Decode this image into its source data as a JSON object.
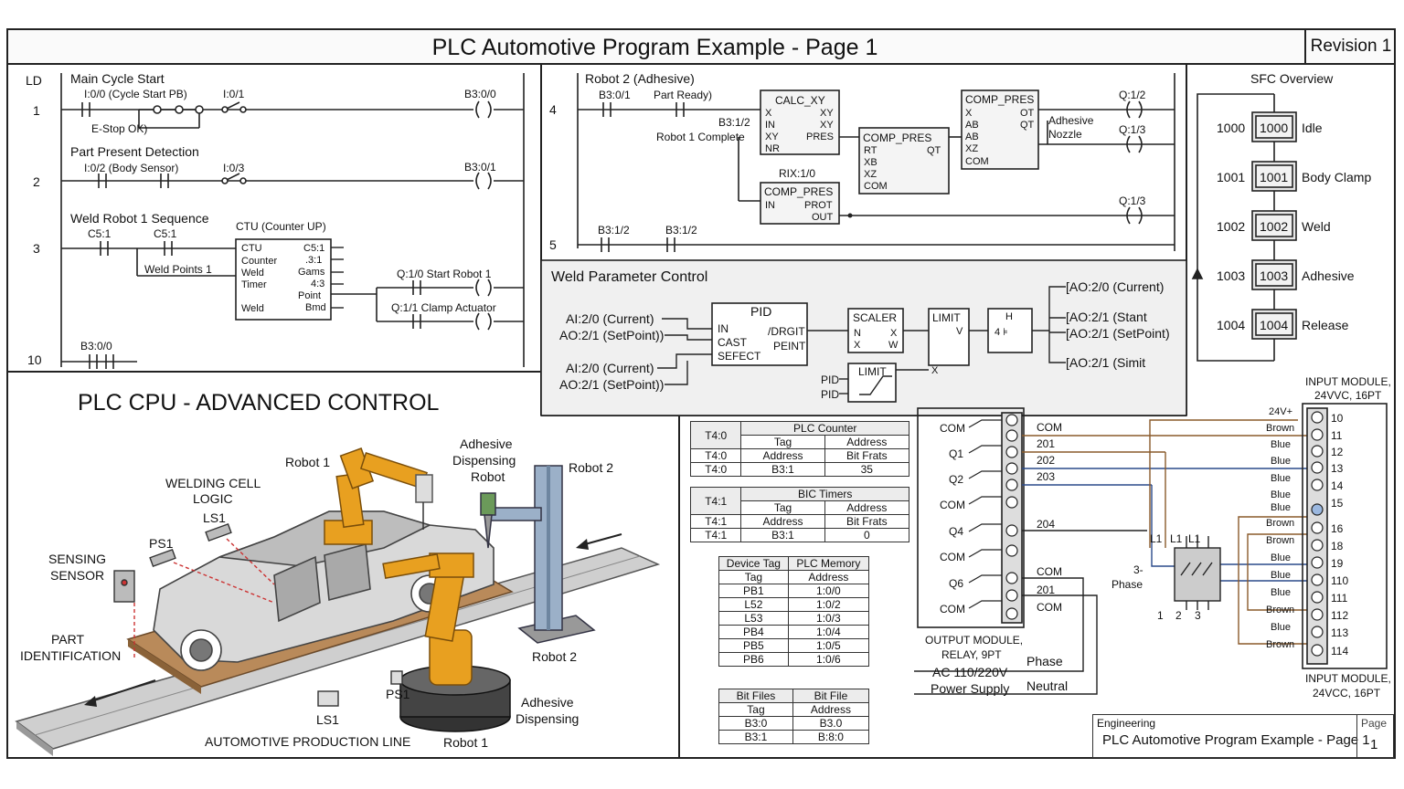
{
  "header": {
    "title": "PLC Automotive Program Example - Page 1",
    "revision": "Revision 1"
  },
  "ladder_left": {
    "ld_label": "LD",
    "rung1": {
      "num": "1",
      "title": "Main Cycle Start",
      "c1": "I:0/0 (Cycle Start PB)",
      "c2": "I:0/1",
      "estop": "E-Stop OK)",
      "coil": "B3:0/0"
    },
    "rung2": {
      "num": "2",
      "title": "Part Present Detection",
      "c1": "I:0/2 (Body Sensor)",
      "c2": "I:0/3",
      "coil": "B3:0/1"
    },
    "rung3": {
      "num": "3",
      "title": "Weld Robot 1 Sequence",
      "c1": "C5:1",
      "c2": "C5:1",
      "weld_points": "Weld Points 1",
      "ctu_title": "CTU (Counter UP)",
      "ctu_left": [
        "CTU",
        "Counter",
        "Weld",
        "Timer",
        "Weld"
      ],
      "ctu_right": [
        "C5:1",
        ".3:1",
        "Gams",
        "4:3",
        "Point",
        "Bmd"
      ],
      "out1": "Q:1/0 Start Robot 1",
      "out2": "Q:1/1 Clamp Actuator"
    },
    "rung10": {
      "num": "10",
      "c1": "B3:0/0"
    }
  },
  "ladder_right": {
    "rung4": {
      "num": "4",
      "title": "Robot 2 (Adhesive)",
      "c1": "B3:0/1",
      "c2": "Part Ready)",
      "in1": "B3:1/2",
      "in2": "Robot 1 Complete",
      "calc": {
        "title": "CALC_XY",
        "left": [
          "X",
          "IN",
          "XY",
          "NR"
        ],
        "right": [
          "XY",
          "XY",
          "PRES"
        ]
      },
      "comp1": {
        "title": "COMP_PRES",
        "left": [
          "RT",
          "XB",
          "XZ",
          "COM"
        ],
        "right": [
          "QT"
        ]
      },
      "comp2": {
        "title": "COMP_PRES",
        "left": [
          "X",
          "AB",
          "AB",
          "XZ",
          "COM"
        ],
        "right": [
          "OT",
          "QT"
        ]
      },
      "comp3": {
        "title": "COMP_PRES",
        "left": [
          "IN"
        ],
        "right": [
          "PROT",
          "OUT"
        ]
      },
      "rix": "RIX:1/0",
      "nozzle1": "Adhesive",
      "nozzle2": "Nozzle",
      "q1": "Q:1/2",
      "q2": "Q:1/3",
      "q3": "Q:1/3"
    },
    "rung5": {
      "num": "5",
      "c1": "B3:1/2",
      "c2": "B3:1/2"
    }
  },
  "sfc": {
    "title": "SFC Overview",
    "steps": [
      {
        "num": "1000",
        "box": "1000",
        "name": "Idle"
      },
      {
        "num": "1001",
        "box": "1001",
        "name": "Body Clamp"
      },
      {
        "num": "1002",
        "box": "1002",
        "name": "Weld"
      },
      {
        "num": "1003",
        "box": "1003",
        "name": "Adhesive"
      },
      {
        "num": "1004",
        "box": "1004",
        "name": "Release"
      }
    ]
  },
  "weld_param": {
    "title": "Weld Parameter Control",
    "inputs": [
      "AI:2/0 (Current)",
      "AO:2/1 (SetPoint))",
      "AI:2/0 (Current)",
      "AO:2/1 (SetPoint))"
    ],
    "pid": {
      "title": "PID",
      "left": [
        "IN",
        "CAST",
        "SEFECT"
      ],
      "right": [
        "/DRGIT",
        "PEINT"
      ]
    },
    "scaler": {
      "title": "SCALER",
      "left": [
        "N",
        "X"
      ],
      "right": [
        "X",
        "W"
      ]
    },
    "limit1": {
      "title": "LIMIT",
      "right": "V"
    },
    "limit2": {
      "title": "LIMIT",
      "right": "X"
    },
    "pid_in": [
      "PID",
      "PID"
    ],
    "outputs": [
      "[AO:2/0 (Current)",
      "[AO:2/1 (Stant",
      "[AO:2/1 (SetPoint)",
      "[AO:2/1 (Simit"
    ]
  },
  "scene": {
    "title": "PLC CPU - ADVANCED CONTROL",
    "labels": {
      "robot1_top": "Robot 1",
      "adhesive_robot": [
        "Adhesive",
        "Dispensing",
        "Robot"
      ],
      "robot2_top": "Robot 2",
      "welding_cell": [
        "WELDING CELL",
        "LOGIC"
      ],
      "ls1_top": "LS1",
      "ps1_top": "PS1",
      "sensing": [
        "SENSING",
        "SENSOR"
      ],
      "part_id": [
        "PART",
        "IDENTIFICATION"
      ],
      "robot2_bottom": "Robot 2",
      "adhesive_disp": [
        "Adhesive",
        "Dispensing"
      ],
      "ps1_bottom": "PS1",
      "ls1_bottom": "LS1",
      "line": "AUTOMOTIVE PRODUCTION LINE",
      "robot1_bottom": "Robot 1"
    }
  },
  "tables": {
    "t1": {
      "rows": [
        [
          "T4:0",
          "PLC Counter",
          ""
        ],
        [
          "",
          "Tag",
          "Address"
        ],
        [
          "T4:0",
          "Address",
          "Bit Frats"
        ],
        [
          "T4:0",
          "B3:1",
          "35"
        ]
      ]
    },
    "t2": {
      "rows": [
        [
          "T4:1",
          "BIC Timers",
          ""
        ],
        [
          "",
          "Tag",
          "Address"
        ],
        [
          "T4:1",
          "Address",
          "Bit Frats"
        ],
        [
          "T4:1",
          "B3:1",
          "0"
        ]
      ]
    },
    "t3": {
      "rows": [
        [
          "Device Tag",
          "PLC Memory"
        ],
        [
          "Tag",
          "Address"
        ],
        [
          "PB1",
          "1:0/0"
        ],
        [
          "L52",
          "1:0/2"
        ],
        [
          "L53",
          "1:0/3"
        ],
        [
          "PB4",
          "1:0/4"
        ],
        [
          "PB5",
          "1:0/5"
        ],
        [
          "PB6",
          "1:0/6"
        ]
      ]
    },
    "t4": {
      "rows": [
        [
          "Bit Files",
          "Bit File"
        ],
        [
          "Tag",
          "Address"
        ],
        [
          "B3:0",
          "B3.0"
        ],
        [
          "B3:1",
          "B:8:0"
        ]
      ]
    }
  },
  "wiring": {
    "output_terms": [
      "COM",
      "Q1",
      "Q2",
      "COM",
      "Q4",
      "COM",
      "Q6",
      "COM"
    ],
    "output_wires": [
      "COM",
      "201",
      "202",
      "203",
      "204",
      "COM",
      "201",
      "COM"
    ],
    "output_module": [
      "OUTPUT MODULE,",
      "RELAY, 9PT"
    ],
    "supply": [
      "AC 110/220V",
      "Power Supply"
    ],
    "phase": "Phase",
    "neutral": "Neutral",
    "three_phase": [
      "3-",
      "Phase"
    ],
    "l_labels": [
      "L1",
      "L1",
      "L1"
    ],
    "num_labels": [
      "1",
      "2",
      "3"
    ],
    "input_top": [
      "INPUT MODULE,",
      "24VVC, 16PT"
    ],
    "input_bottom": [
      "INPUT MODULE,",
      "24VCC, 16PT"
    ],
    "input_wires": [
      "24V+",
      "Brown",
      "Blue",
      "Blue",
      "Blue",
      "Blue",
      "Blue",
      "Brown",
      "Brown",
      "Blue",
      "Blue",
      "Blue",
      "Brown",
      "Blue",
      "Brown"
    ],
    "input_terms": [
      "10",
      "11",
      "12",
      "13",
      "14",
      "15",
      "16",
      "18",
      "19",
      "110",
      "111",
      "112",
      "113",
      "114"
    ]
  },
  "title_block": {
    "label": "Engineering",
    "title": "PLC Automotive Program Example - Page 1",
    "page_label": "Page",
    "page_num": "1"
  }
}
